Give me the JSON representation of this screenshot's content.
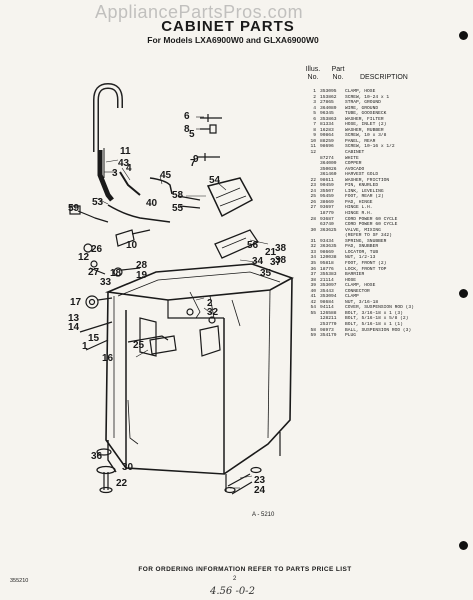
{
  "watermark": "AppliancePartsPros.com",
  "header": {
    "title": "CABINET PARTS",
    "subtitle": "For Models LXA6900W0 and GLXA6900W0"
  },
  "columns": {
    "illus_line1": "Illus.",
    "illus_line2": "No.",
    "part_line1": "Part",
    "part_line2": "No.",
    "description": "DESCRIPTION"
  },
  "parts": [
    {
      "illus": "1",
      "part": "353095",
      "desc": "CLAMP, HOSE"
    },
    {
      "illus": "2",
      "part": "153862",
      "desc": "SCREW, 10-24 x 1"
    },
    {
      "illus": "3",
      "part": "27865",
      "desc": "STRAP, GROUND"
    },
    {
      "illus": "4",
      "part": "364089",
      "desc": "WIRE, GROUND"
    },
    {
      "illus": "5",
      "part": "96345",
      "desc": "TUBE, GOOSENECK"
    },
    {
      "illus": "6",
      "part": "353863",
      "desc": "WASHER, FILTER"
    },
    {
      "illus": "7",
      "part": "81334",
      "desc": "HOSE, INLET (2)"
    },
    {
      "illus": "8",
      "part": "16283",
      "desc": "WASHER, RUBBER"
    },
    {
      "illus": "9",
      "part": "90864",
      "desc": "SCREW, 10 x 3/8"
    },
    {
      "illus": "10",
      "part": "88259",
      "desc": "PANEL, REAR"
    },
    {
      "illus": "11",
      "part": "98696",
      "desc": "SCREW, 10-16 x 1/2"
    },
    {
      "illus": "12",
      "part": "",
      "desc": "CABINET"
    },
    {
      "illus": "",
      "part": "87274",
      "desc": "WHITE"
    },
    {
      "illus": "",
      "part": "364009",
      "desc": "COPPER"
    },
    {
      "illus": "",
      "part": "350026",
      "desc": "AVOCADO"
    },
    {
      "illus": "",
      "part": "361460",
      "desc": "HARVEST GOLD"
    },
    {
      "illus": "22",
      "part": "98611",
      "desc": "WASHER, FRICTION"
    },
    {
      "illus": "23",
      "part": "90459",
      "desc": "PIN, KNURLED"
    },
    {
      "illus": "24",
      "part": "35507",
      "desc": "LINK, LEVELING"
    },
    {
      "illus": "25",
      "part": "95459",
      "desc": "FOOT, REAR (2)"
    },
    {
      "illus": "26",
      "part": "38669",
      "desc": "PAD, HINGE"
    },
    {
      "illus": "27",
      "part": "93697",
      "desc": "HINGE L.H."
    },
    {
      "illus": "",
      "part": "18779",
      "desc": "HINGE R.H."
    },
    {
      "illus": "28",
      "part": "93687",
      "desc": "CORD POWER 60 CYCLE"
    },
    {
      "illus": "",
      "part": "63740",
      "desc": "CORD POWER 60 CYCLE"
    },
    {
      "illus": "30",
      "part": "363625",
      "desc": "VALVE, MIXING"
    },
    {
      "illus": "",
      "part": "",
      "desc": "(REFER TO SF 342)"
    },
    {
      "illus": "31",
      "part": "93434",
      "desc": "SPRING, SNUBBER"
    },
    {
      "illus": "32",
      "part": "363635",
      "desc": "PAD, SNUBBER"
    },
    {
      "illus": "33",
      "part": "98669",
      "desc": "LOCATOR, TUB"
    },
    {
      "illus": "34",
      "part": "120038",
      "desc": "NUT, 1/2-13"
    },
    {
      "illus": "35",
      "part": "95818",
      "desc": "FOOT, FRONT (2)"
    },
    {
      "illus": "36",
      "part": "18776",
      "desc": "LOCK, FRONT TOP"
    },
    {
      "illus": "37",
      "part": "355383",
      "desc": "BARRIER"
    },
    {
      "illus": "38",
      "part": "21114",
      "desc": "HOSE"
    },
    {
      "illus": "39",
      "part": "353097",
      "desc": "CLAMP, HOSE"
    },
    {
      "illus": "40",
      "part": "35443",
      "desc": "CONNECTOR"
    },
    {
      "illus": "41",
      "part": "353094",
      "desc": "CLAMP"
    },
    {
      "illus": "42",
      "part": "98684",
      "desc": "NUT, 3/16-18"
    },
    {
      "illus": "54",
      "part": "94114",
      "desc": "COVER, SUSPENSION ROD (3)"
    },
    {
      "illus": "55",
      "part": "126588",
      "desc": "BOLT, 3/16-18 x 1 (3)"
    },
    {
      "illus": "",
      "part": "128211",
      "desc": "BOLT, 5/16-18 x 5/8 (2)"
    },
    {
      "illus": "",
      "part": "253770",
      "desc": "BOLT, 5/16-18 x 1 (1)"
    },
    {
      "illus": "58",
      "part": "98973",
      "desc": "BALL, SUSPENSION ROD (3)"
    },
    {
      "illus": "59",
      "part": "354179",
      "desc": "PLUG"
    }
  ],
  "callouts": [
    "6",
    "8",
    "5",
    "7",
    "9",
    "11",
    "43",
    "4",
    "45",
    "3",
    "53",
    "59",
    "40",
    "58",
    "55",
    "54",
    "26",
    "10",
    "12",
    "27",
    "28",
    "19",
    "18",
    "56",
    "21",
    "38",
    "34",
    "17",
    "13",
    "14",
    "15",
    "1",
    "16",
    "2",
    "32",
    "33",
    "25",
    "30",
    "22",
    "23",
    "24",
    "36",
    "37",
    "35",
    "38"
  ],
  "figure_label": "A - 5210",
  "footer": "FOR ORDERING INFORMATION REFER TO PARTS PRICE LIST",
  "page_number": "2",
  "doc_number": "355210",
  "handwriting": "4.56 -0-2"
}
